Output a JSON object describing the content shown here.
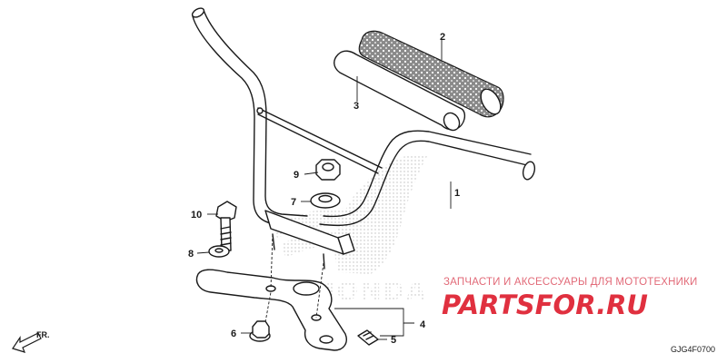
{
  "diagram": {
    "parts": [
      {
        "id": "p1",
        "number": "1"
      },
      {
        "id": "p2",
        "number": "2"
      },
      {
        "id": "p3",
        "number": "3"
      },
      {
        "id": "p4",
        "number": "4"
      },
      {
        "id": "p5",
        "number": "5"
      },
      {
        "id": "p6",
        "number": "6"
      },
      {
        "id": "p7",
        "number": "7"
      },
      {
        "id": "p8",
        "number": "8"
      },
      {
        "id": "p9",
        "number": "9"
      },
      {
        "id": "p10",
        "number": "10"
      }
    ],
    "direction_label": "FR.",
    "diagram_code": "GJG4F0700",
    "background_logo_text": "HONDA"
  },
  "watermark": {
    "subtitle": "ЗАПЧАСТИ И АКСЕССУАРЫ ДЛЯ МОТОТЕХНИКИ",
    "brand": "PARTSFOR.RU",
    "color": "#e0303f"
  },
  "colors": {
    "line": "#1a1a1a",
    "dots": "#bfbfbf"
  }
}
